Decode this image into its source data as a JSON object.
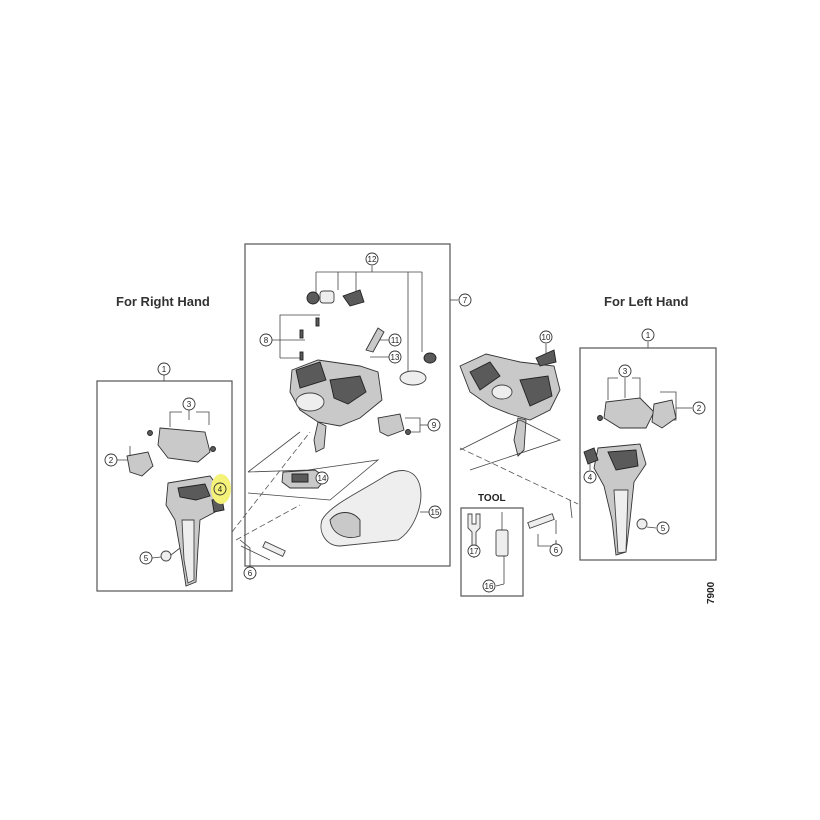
{
  "headings": {
    "right_hand": "For Right Hand",
    "left_hand": "For Left Hand",
    "tool": "TOOL"
  },
  "model_code": "7900",
  "callouts": [
    {
      "id": "c1-right",
      "label": "1"
    },
    {
      "id": "c2-right",
      "label": "2"
    },
    {
      "id": "c3-right",
      "label": "3"
    },
    {
      "id": "c4-right",
      "label": "4",
      "highlighted": true
    },
    {
      "id": "c5-right",
      "label": "5"
    },
    {
      "id": "c6-right",
      "label": "6"
    },
    {
      "id": "c7",
      "label": "7"
    },
    {
      "id": "c8",
      "label": "8"
    },
    {
      "id": "c9",
      "label": "9"
    },
    {
      "id": "c10",
      "label": "10"
    },
    {
      "id": "c11",
      "label": "11"
    },
    {
      "id": "c12",
      "label": "12"
    },
    {
      "id": "c13",
      "label": "13"
    },
    {
      "id": "c14",
      "label": "14"
    },
    {
      "id": "c15",
      "label": "15"
    },
    {
      "id": "c16",
      "label": "16"
    },
    {
      "id": "c17",
      "label": "17"
    },
    {
      "id": "c1-left",
      "label": "1"
    },
    {
      "id": "c2-left",
      "label": "2"
    },
    {
      "id": "c3-left",
      "label": "3"
    },
    {
      "id": "c4-left",
      "label": "4"
    },
    {
      "id": "c5-left",
      "label": "5"
    },
    {
      "id": "c6-left",
      "label": "6"
    }
  ],
  "colors": {
    "highlight": "#f5f27a",
    "line": "#444444",
    "text": "#333333"
  }
}
